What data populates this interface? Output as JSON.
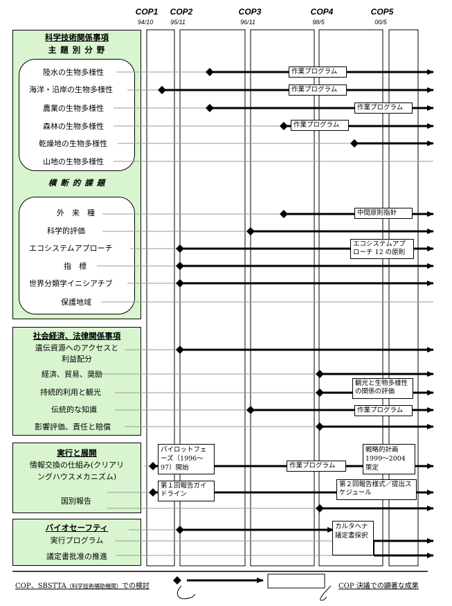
{
  "cops": [
    {
      "name": "COP1",
      "date": "94/10"
    },
    {
      "name": "COP2",
      "date": "95/11"
    },
    {
      "name": "COP3",
      "date": "96/11"
    },
    {
      "name": "COP4",
      "date": "98/5"
    },
    {
      "name": "COP5",
      "date": "00/5"
    }
  ],
  "section1": {
    "title1": "科学技術関係事項",
    "title2": "主 題 別 分 野",
    "thematic": [
      "陸水の生物多様性",
      "海洋・沿岸の生物多様性",
      "農業の生物多様性",
      "森林の生物多様性",
      "乾燥地の生物多様性",
      "山地の生物多様性"
    ],
    "cross_title": "横 断 的 課 題",
    "cross": [
      "外　来　種",
      "科学的評価",
      "エコシステムアプローチ",
      "指　標",
      "世界分類学イニシアチブ",
      "保護地域"
    ]
  },
  "section2": {
    "title": "社会経済、法律関係事項",
    "items": [
      "遺伝資源へのアクセスと",
      "利益配分",
      "経済、貿易、奨励",
      "持続的利用と観光",
      "伝統的な知識",
      "影響評価、責任と賠償"
    ]
  },
  "section3": {
    "title": "実行と展開",
    "items": [
      "情報交換の仕組み(クリアリ",
      "ングハウスメカニズム)",
      "国別報告"
    ]
  },
  "section4": {
    "title": "バイオセーフティ",
    "items": [
      "実行プログラム",
      "議定書批准の推進"
    ]
  },
  "notes": {
    "work_program": "作業プログラム",
    "interim": "中間原則指針",
    "ecosystem": "エコシステムアプローチ 12 の原則",
    "tourism": "観光と生物多様性の関係の評価",
    "pilot": "パイロットフェーズ（1996～97）開始",
    "strategic": "戦略的計画 1999～2004 策定",
    "report1": "第１回報告ガイドライン",
    "report2": "第２回報告様式／提出スケジュール",
    "cartagena": "カルタヘナ議定書採択"
  },
  "legend": {
    "left_main": "COP、SBSTTA",
    "left_small": "（科学技術補助機関）",
    "left_tail": "での検討",
    "right": "COP 決議での顕著な成果"
  }
}
